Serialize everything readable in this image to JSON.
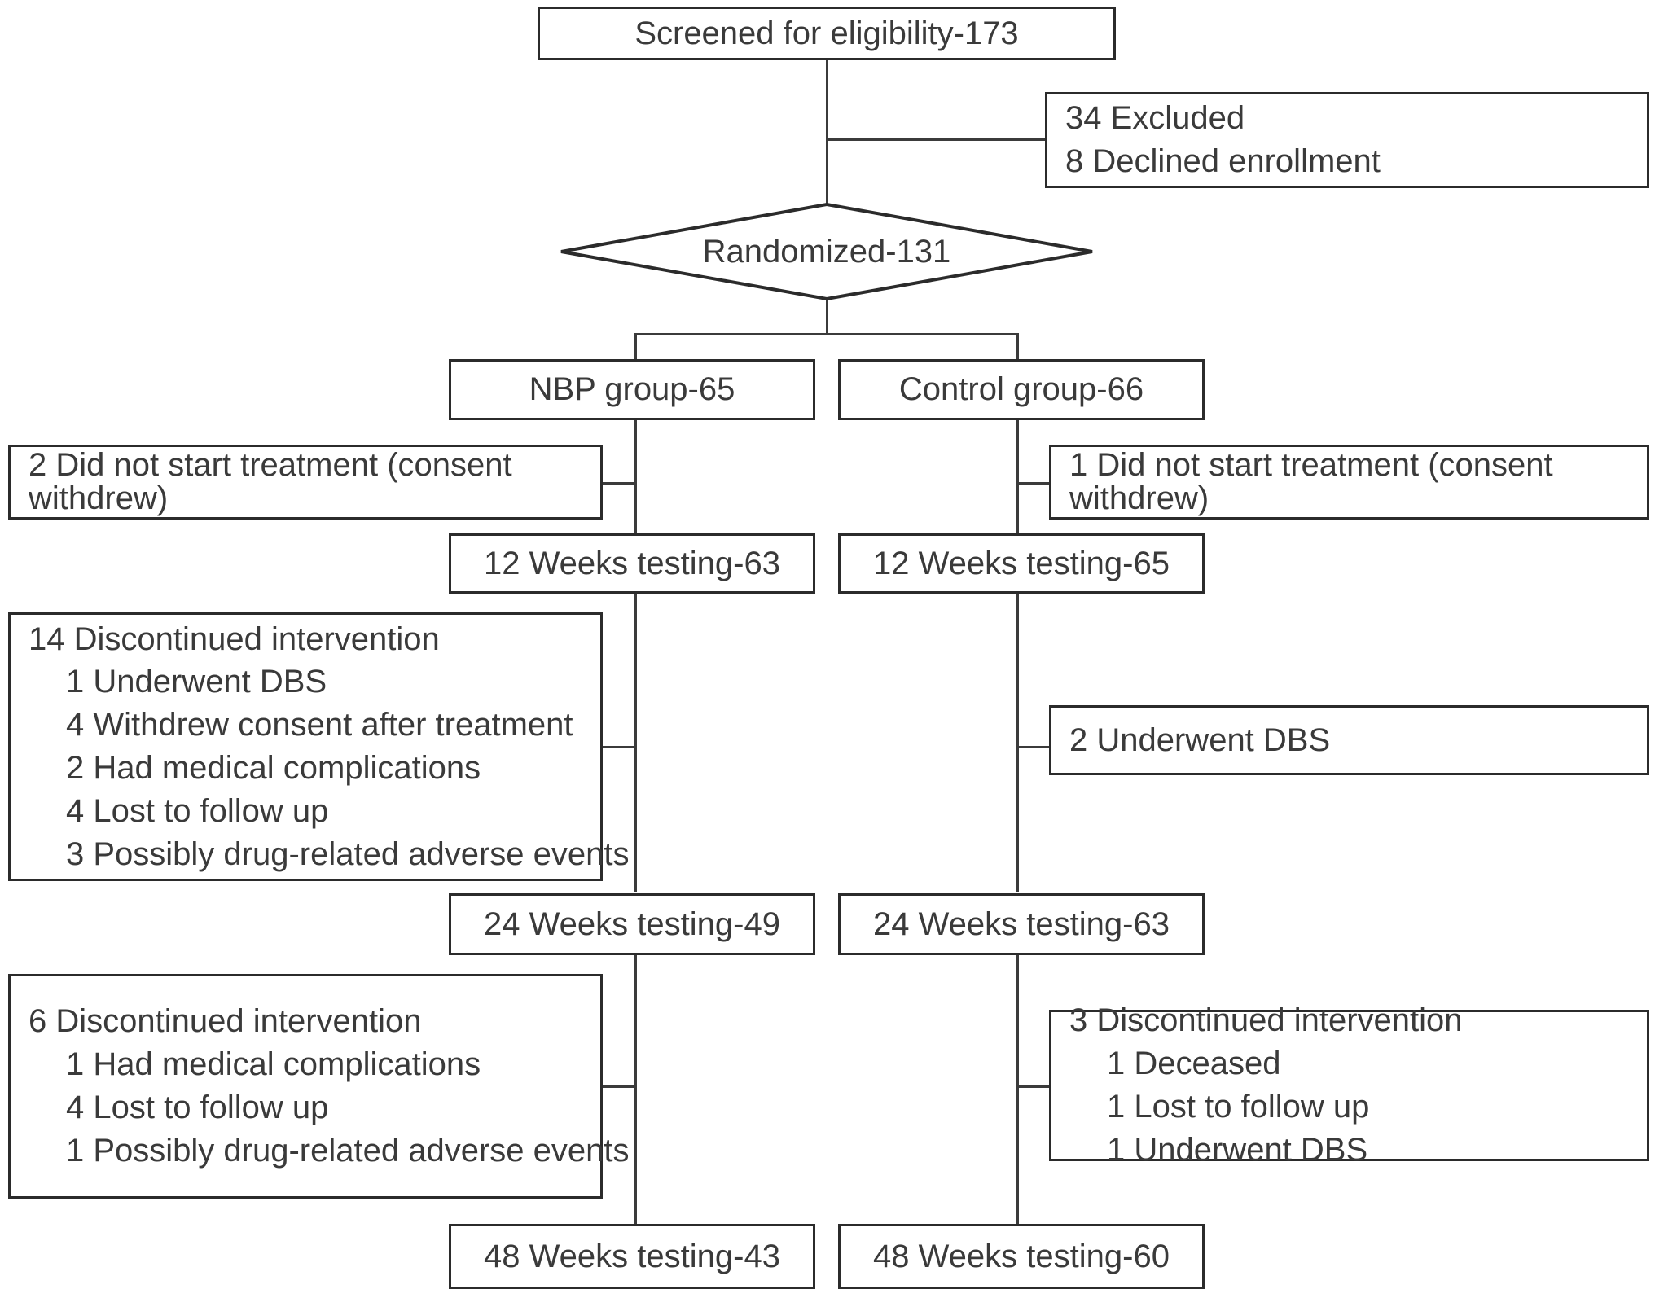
{
  "diagram": {
    "title": "CONSORT participant flow diagram",
    "type": "flowchart",
    "stroke_color": "#2b2b2b",
    "text_color": "#3a3a3a",
    "background": "#ffffff"
  },
  "nodes": {
    "screened": {
      "label": "Screened for eligibility-173"
    },
    "excluded": {
      "line1": "34 Excluded",
      "line2": "8 Declined enrollment"
    },
    "randomized": {
      "label": "Randomized-131"
    },
    "nbp_group": {
      "label": "NBP group-65"
    },
    "control_group": {
      "label": "Control group-66"
    },
    "nbp_not_started": {
      "label": "2 Did not start treatment (consent withdrew)"
    },
    "control_not_started": {
      "label": "1 Did not start treatment (consent withdrew)"
    },
    "nbp_week12": {
      "label": "12 Weeks testing-63"
    },
    "control_week12": {
      "label": "12 Weeks testing-65"
    },
    "nbp_disc_1": {
      "heading": "14 Discontinued intervention",
      "items": [
        "1 Underwent DBS",
        "4 Withdrew consent after treatment",
        "2 Had medical complications",
        "4 Lost to follow up",
        "3 Possibly drug-related adverse events"
      ]
    },
    "control_disc_1": {
      "label": "2 Underwent DBS"
    },
    "nbp_week24": {
      "label": "24 Weeks testing-49"
    },
    "control_week24": {
      "label": "24 Weeks testing-63"
    },
    "nbp_disc_2": {
      "heading": "6 Discontinued intervention",
      "items": [
        "1 Had medical complications",
        "4 Lost to follow up",
        "1 Possibly drug-related adverse events"
      ]
    },
    "control_disc_2": {
      "heading": "3 Discontinued intervention",
      "items": [
        "1 Deceased",
        "1 Lost to follow up",
        "1 Underwent DBS"
      ]
    },
    "nbp_week48": {
      "label": "48 Weeks testing-43"
    },
    "control_week48": {
      "label": "48 Weeks testing-60"
    }
  }
}
